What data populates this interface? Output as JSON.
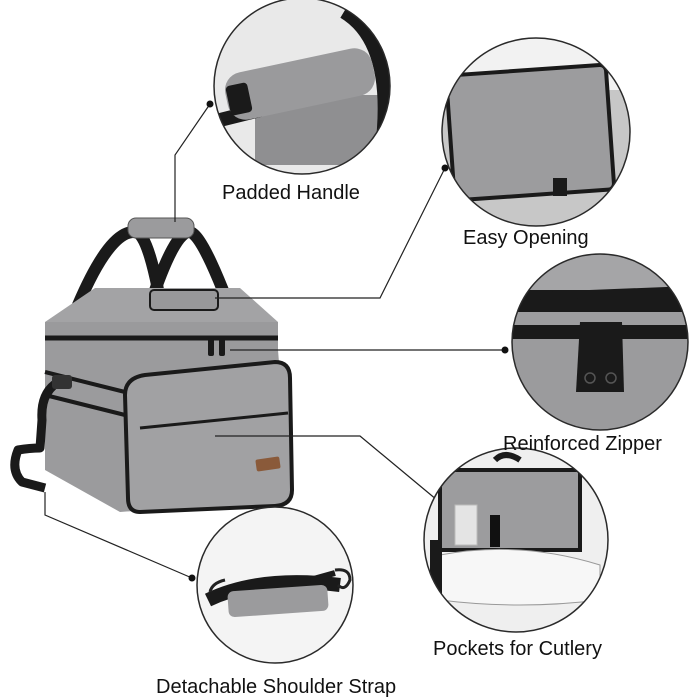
{
  "features": {
    "padded_handle": "Padded Handle",
    "easy_opening": "Easy Opening",
    "reinforced_zipper": "Reinforced Zipper",
    "pockets_for_cutlery": "Pockets for Cutlery",
    "detachable_shoulder_strap": "Detachable Shoulder Strap"
  },
  "colors": {
    "fabric": "#9b9b9d",
    "fabric_dark": "#7f7f82",
    "trim": "#1a1a1a",
    "leader_line": "#222222",
    "circle_border": "#2a2a2a",
    "tag": "#8a5a3a"
  }
}
